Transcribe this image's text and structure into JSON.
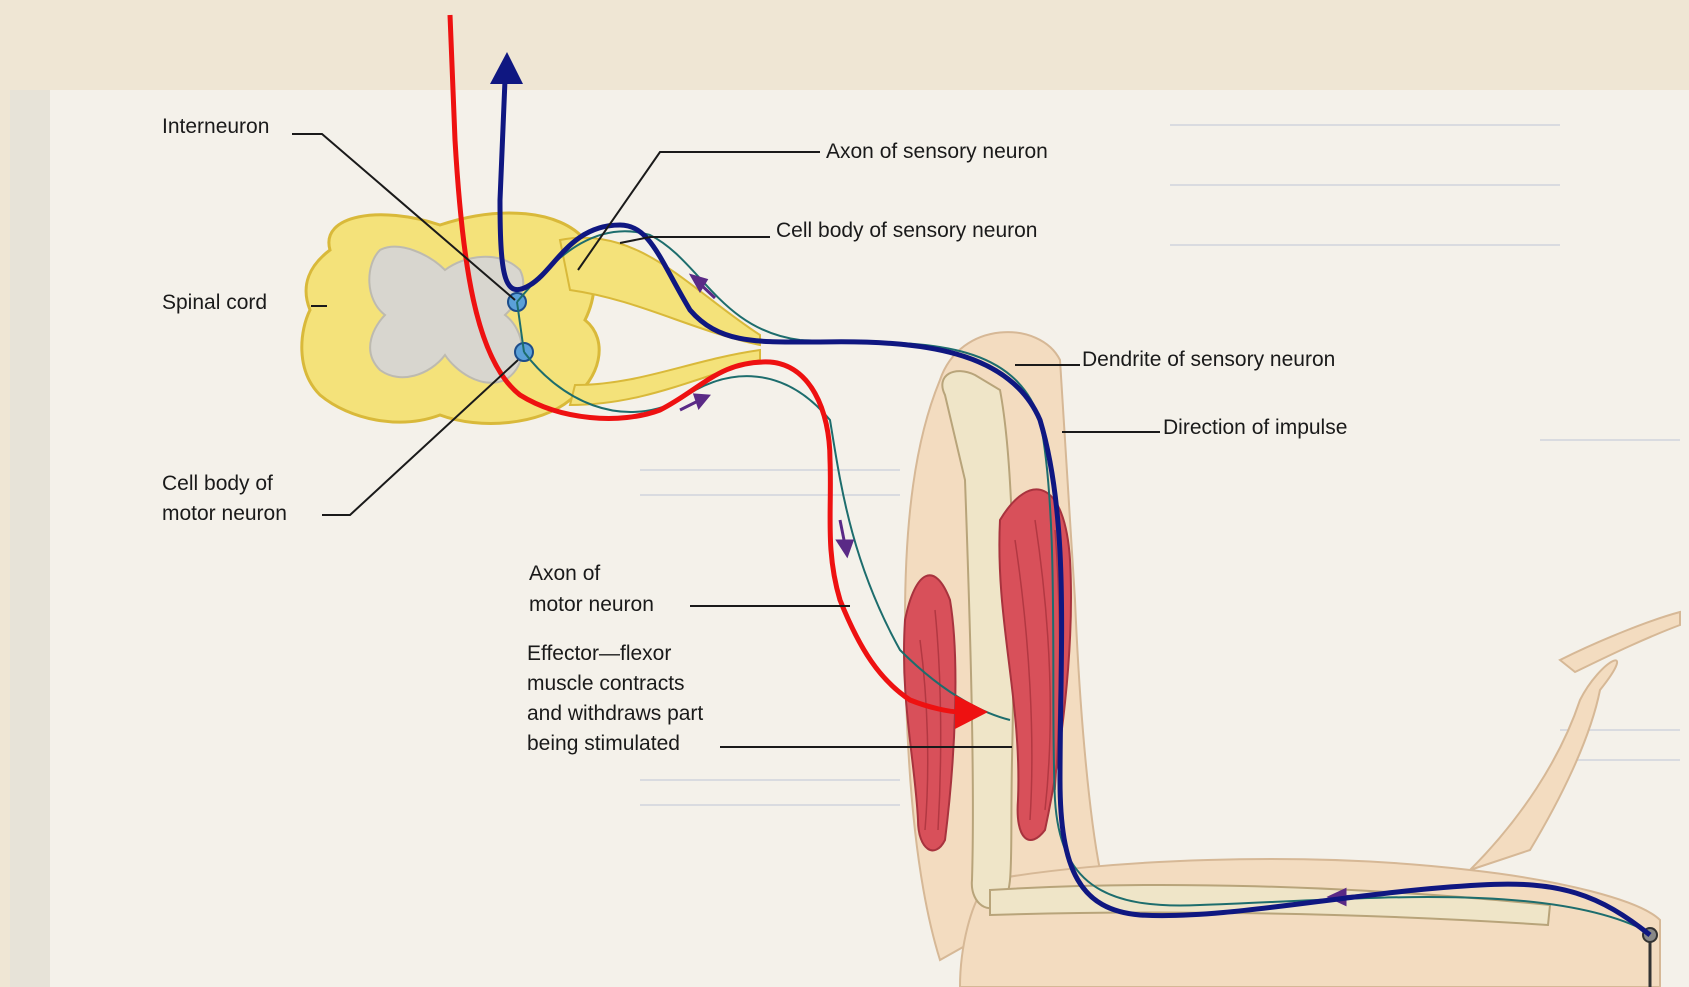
{
  "labels": {
    "interneuron": "Interneuron",
    "axon_sensory": "Axon of sensory neuron",
    "cell_body_sensory": "Cell body of sensory neuron",
    "spinal_cord": "Spinal cord",
    "dendrite_sensory": "Dendrite of sensory neuron",
    "direction_impulse": "Direction of impulse",
    "cell_body_motor_1": "Cell body of",
    "cell_body_motor_2": "motor neuron",
    "axon_motor_1": "Axon of",
    "axon_motor_2": "motor neuron",
    "effector_1": "Effector—flexor",
    "effector_2": "muscle contracts",
    "effector_3": "and withdraws part",
    "effector_4": "being stimulated"
  },
  "colors": {
    "background": "#efe6d4",
    "page": "#f4f1ea",
    "spinal_cord": "#f4e27a",
    "gray_matter": "#d8d6cf",
    "muscle": "#d8505a",
    "skin": "#f3dcc0",
    "bone": "#efe5c8",
    "motor_path": "#ee1111",
    "sensory_path": "#0f1781",
    "nerve": "#1d6d6d",
    "impulse_arrow": "#5a2a86"
  }
}
